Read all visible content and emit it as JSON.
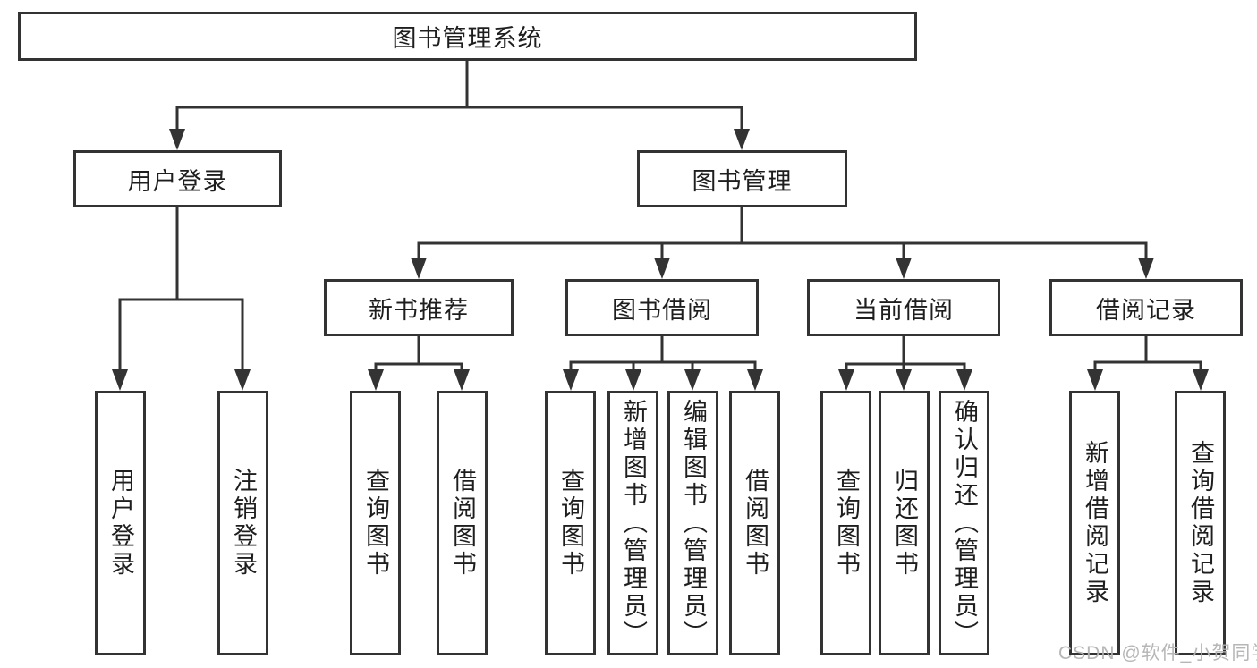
{
  "diagram": {
    "root": {
      "label": "图书管理系统"
    },
    "user_login": {
      "label": "用户登录",
      "children": [
        {
          "label": "用户登录"
        },
        {
          "label": "注销登录"
        }
      ]
    },
    "book_mgmt": {
      "label": "图书管理",
      "sections": [
        {
          "label": "新书推荐",
          "children": [
            {
              "label": "查询图书"
            },
            {
              "label": "借阅图书"
            }
          ]
        },
        {
          "label": "图书借阅",
          "children": [
            {
              "label": "查询图书"
            },
            {
              "label": "新增图书（管理员）"
            },
            {
              "label": "编辑图书（管理员）"
            },
            {
              "label": "借阅图书"
            }
          ]
        },
        {
          "label": "当前借阅",
          "children": [
            {
              "label": "查询图书"
            },
            {
              "label": "归还图书"
            },
            {
              "label": "确认归还（管理员）"
            }
          ]
        },
        {
          "label": "借阅记录",
          "children": [
            {
              "label": "新增借阅记录"
            },
            {
              "label": "查询借阅记录"
            }
          ]
        }
      ]
    }
  },
  "watermark": "CSDN @软件_小贺同学",
  "colors": {
    "line": "#333333",
    "box_border": "#333333",
    "text": "#1e1e1e",
    "background": "#ffffff",
    "watermark": "#b2b2b2"
  }
}
